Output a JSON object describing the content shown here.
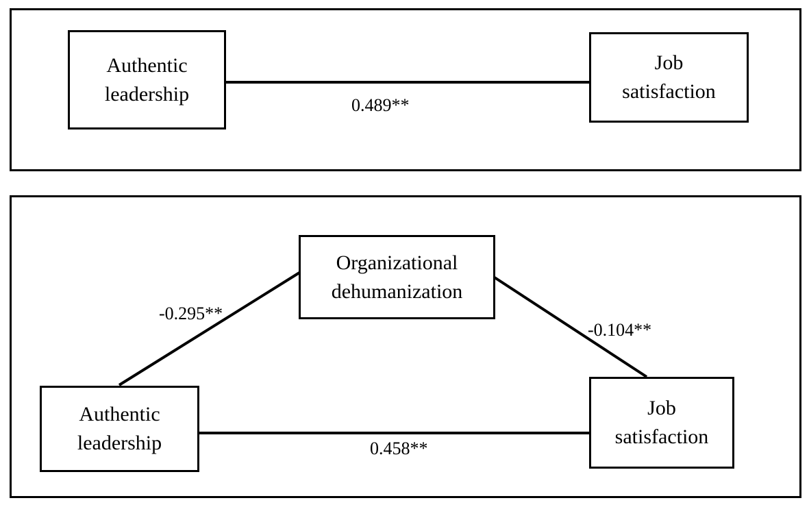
{
  "top_model": {
    "predictor": "Authentic\nleadership",
    "outcome": "Job\nsatisfaction",
    "total_effect": "0.489**"
  },
  "bottom_model": {
    "predictor": "Authentic\nleadership",
    "mediator": "Organizational\ndehumanization",
    "outcome": "Job\nsatisfaction",
    "path_a": "-0.295**",
    "path_b": "-0.104**",
    "direct_effect": "0.458**"
  },
  "colors": {
    "stroke": "#000000",
    "background": "#ffffff"
  }
}
